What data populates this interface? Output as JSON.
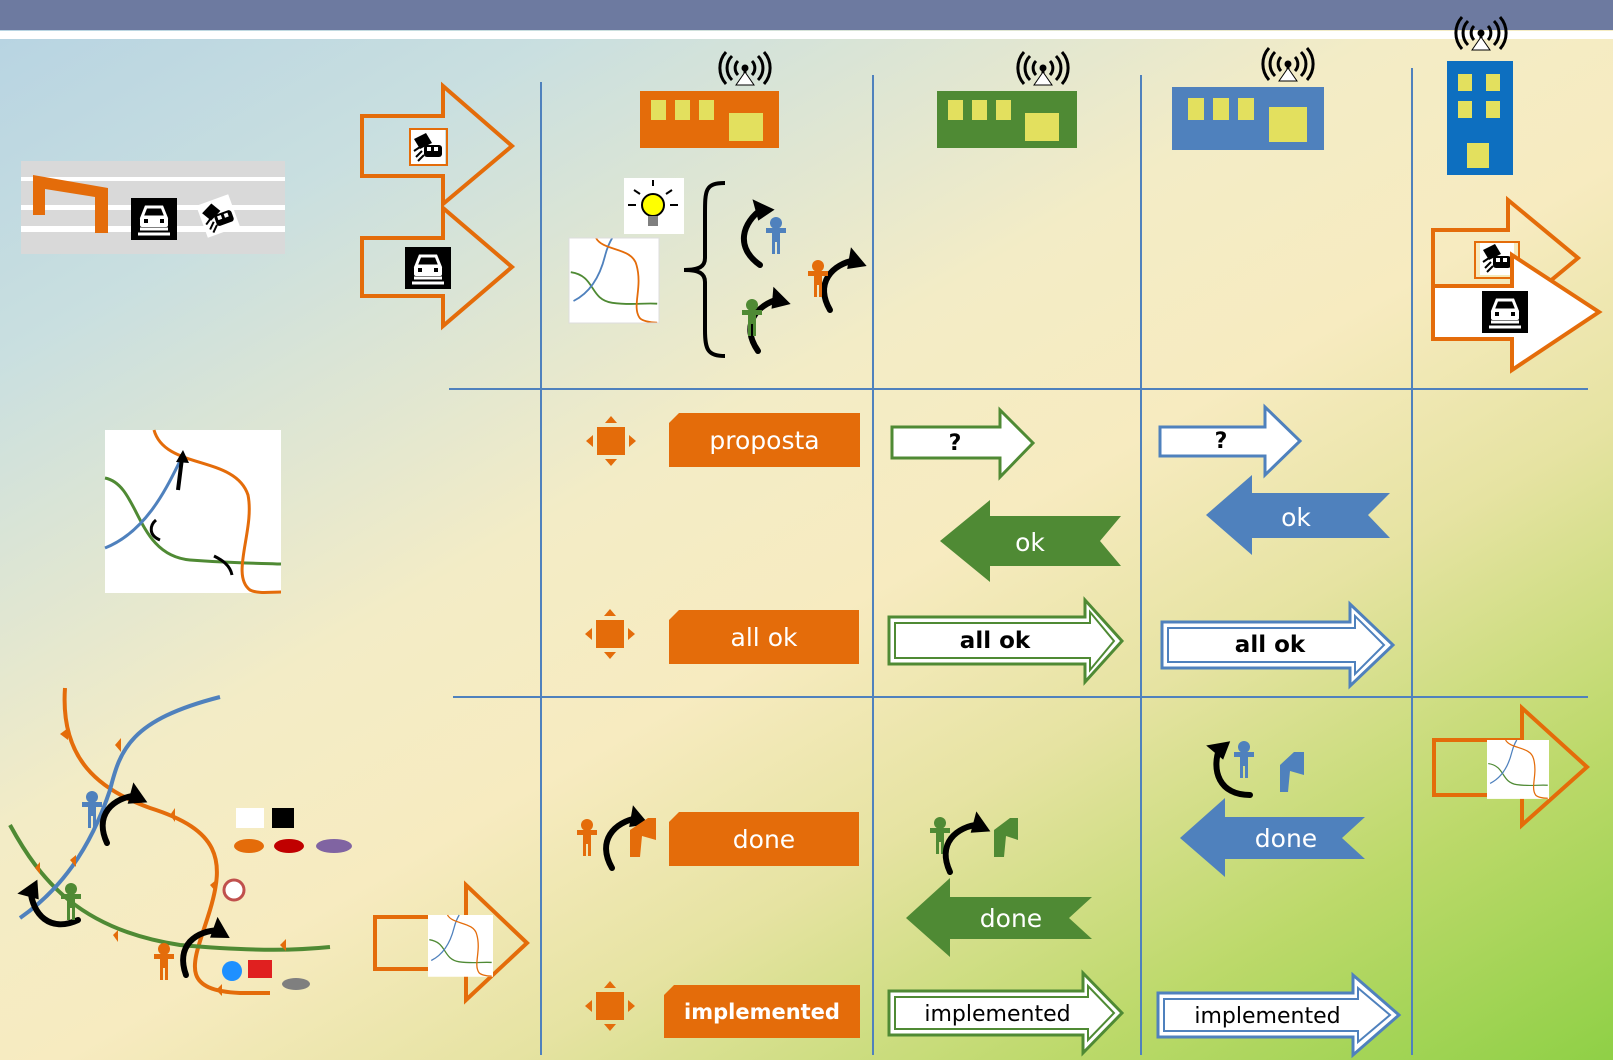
{
  "rows": {
    "proposal": {
      "orange_label": "proposta",
      "green_query": "?",
      "blue_query": "?",
      "green_reply": "ok",
      "blue_reply": "ok"
    },
    "confirm": {
      "orange_label": "all ok",
      "green_label": "all ok",
      "blue_label": "all ok"
    },
    "done": {
      "orange_label": "done",
      "green_reply": "done",
      "blue_reply": "done"
    },
    "implemented": {
      "orange_label": "implemented",
      "green_label": "implemented",
      "blue_label": "implemented"
    }
  },
  "colors": {
    "orange": "#e46c0a",
    "green": "#4f8a34",
    "blue": "#4f81bd",
    "header": "#6d7aa0",
    "device_screen": "#e3e05e",
    "building": "#0d6fc0"
  },
  "icons": [
    "antenna-icon",
    "vehicle-device-icon",
    "building-icon",
    "crash-icon",
    "traffic-jam-icon",
    "roadwork-icon",
    "lightbulb-icon",
    "route-map-icon",
    "direction-icon",
    "person-icon",
    "turn-arrow-icon"
  ]
}
